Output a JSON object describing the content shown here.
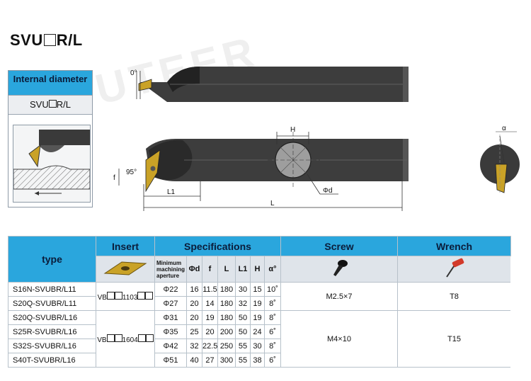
{
  "title": {
    "prefix": "SVU",
    "suffix": "R/L"
  },
  "watermark": "K-CUTEER",
  "panel": {
    "header": "Internal diameter",
    "subtitle_prefix": "SVU",
    "subtitle_suffix": "R/L"
  },
  "dimensions": {
    "top_angle": "0°",
    "H": "H",
    "alpha": "α",
    "f": "f",
    "angle95": "95°",
    "L1": "L1",
    "L": "L",
    "phi_d": "Φd"
  },
  "table": {
    "headers": {
      "type": "type",
      "insert": "Insert",
      "specifications": "Specifications",
      "screw": "Screw",
      "wrench": "Wrench"
    },
    "spec_columns": [
      "Minimum machining aperture",
      "Φd",
      "f",
      "L",
      "L1",
      "H",
      "α°"
    ],
    "rows": [
      {
        "type": "S16N-SVUBR/L11",
        "aperture": "Φ22",
        "d": "16",
        "f": "11.5",
        "L": "180",
        "L1": "30",
        "H": "15",
        "a": "10˚"
      },
      {
        "type": "S20Q-SVUBR/L11",
        "aperture": "Φ27",
        "d": "20",
        "f": "14",
        "L": "180",
        "L1": "32",
        "H": "19",
        "a": "8˚"
      },
      {
        "type": "S20Q-SVUBR/L16",
        "aperture": "Φ31",
        "d": "20",
        "f": "19",
        "L": "180",
        "L1": "50",
        "H": "19",
        "a": "8˚"
      },
      {
        "type": "S25R-SVUBR/L16",
        "aperture": "Φ35",
        "d": "25",
        "f": "20",
        "L": "200",
        "L1": "50",
        "H": "24",
        "a": "6˚"
      },
      {
        "type": "S32S-SVUBR/L16",
        "aperture": "Φ42",
        "d": "32",
        "f": "22.5",
        "L": "250",
        "L1": "55",
        "H": "30",
        "a": "8˚"
      },
      {
        "type": "S40T-SVUBR/L16",
        "aperture": "Φ51",
        "d": "40",
        "f": "27",
        "L": "300",
        "L1": "55",
        "H": "38",
        "a": "6˚"
      }
    ],
    "groups": [
      {
        "insert_prefix": "VB",
        "insert_suffix": "1103",
        "screw": "M2.5×7",
        "wrench": "T8"
      },
      {
        "insert_prefix": "VB",
        "insert_suffix": "1604",
        "screw": "M4×10",
        "wrench": "T15"
      }
    ]
  },
  "colors": {
    "header_blue": "#2aa6dd",
    "insert_gold": "#c9a227",
    "wrench_red": "#d23a2a",
    "tool_body": "#3a3a3a"
  }
}
